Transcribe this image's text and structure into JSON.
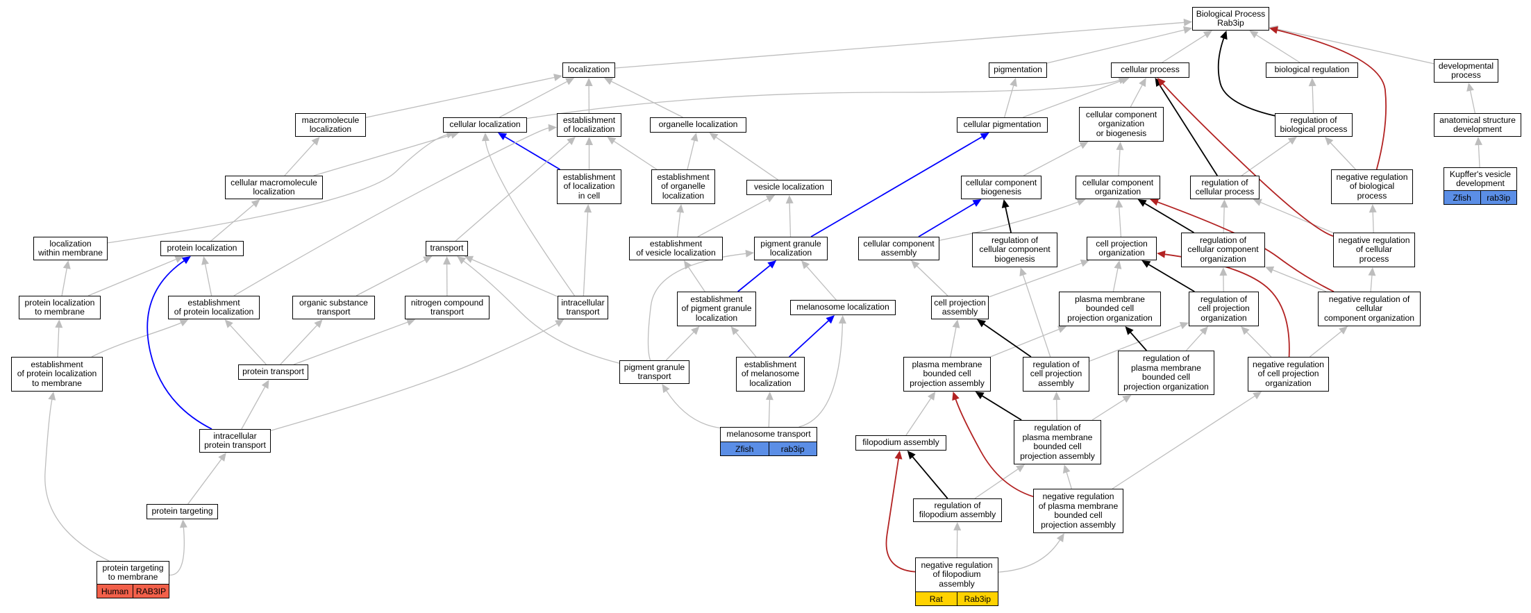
{
  "nodes": [
    {
      "id": "bp",
      "label": "Biological Process\nRab3ip"
    },
    {
      "id": "loc",
      "label": "localization"
    },
    {
      "id": "pig",
      "label": "pigmentation"
    },
    {
      "id": "cp",
      "label": "cellular process"
    },
    {
      "id": "br",
      "label": "biological regulation"
    },
    {
      "id": "dev",
      "label": "developmental\nprocess"
    },
    {
      "id": "mml",
      "label": "macromolecule\nlocalization"
    },
    {
      "id": "cl",
      "label": "cellular localization"
    },
    {
      "id": "eol",
      "label": "establishment\nof localization"
    },
    {
      "id": "ol",
      "label": "organelle localization"
    },
    {
      "id": "cpig",
      "label": "cellular pigmentation"
    },
    {
      "id": "ccob",
      "label": "cellular component\norganization\nor biogenesis"
    },
    {
      "id": "rbp",
      "label": "regulation of\nbiological process"
    },
    {
      "id": "asd",
      "label": "anatomical structure\ndevelopment"
    },
    {
      "id": "cmml",
      "label": "cellular macromolecule\nlocalization"
    },
    {
      "id": "eolc",
      "label": "establishment\nof localization\nin cell"
    },
    {
      "id": "eool",
      "label": "establishment\nof organelle\nlocalization"
    },
    {
      "id": "vl",
      "label": "vesicle localization"
    },
    {
      "id": "ccb",
      "label": "cellular component\nbiogenesis"
    },
    {
      "id": "cco",
      "label": "cellular component\norganization"
    },
    {
      "id": "rcp",
      "label": "regulation of\ncellular process"
    },
    {
      "id": "nrbp",
      "label": "negative regulation\nof biological\nprocess"
    },
    {
      "id": "kvd",
      "label": "Kupffer's vesicle\ndevelopment"
    },
    {
      "id": "lwm",
      "label": "localization\nwithin membrane"
    },
    {
      "id": "pl",
      "label": "protein localization"
    },
    {
      "id": "tr",
      "label": "transport"
    },
    {
      "id": "eovl",
      "label": "establishment\nof vesicle localization"
    },
    {
      "id": "pgl",
      "label": "pigment granule\nlocalization"
    },
    {
      "id": "cca",
      "label": "cellular component\nassembly"
    },
    {
      "id": "rccb",
      "label": "regulation of\ncellular component\nbiogenesis"
    },
    {
      "id": "cpo",
      "label": "cell projection\norganization"
    },
    {
      "id": "rcco",
      "label": "regulation of\ncellular component\norganization"
    },
    {
      "id": "nrcp",
      "label": "negative regulation\nof cellular\nprocess"
    },
    {
      "id": "pltm",
      "label": "protein localization\nto membrane"
    },
    {
      "id": "eopl",
      "label": "establishment\nof protein localization"
    },
    {
      "id": "ost",
      "label": "organic substance\ntransport"
    },
    {
      "id": "nct",
      "label": "nitrogen compound\ntransport"
    },
    {
      "id": "it",
      "label": "intracellular\ntransport"
    },
    {
      "id": "eopgl",
      "label": "establishment\nof pigment granule\nlocalization"
    },
    {
      "id": "ml",
      "label": "melanosome localization"
    },
    {
      "id": "cpa",
      "label": "cell projection\nassembly"
    },
    {
      "id": "pmbcpo",
      "label": "plasma membrane\nbounded cell\nprojection organization"
    },
    {
      "id": "rcpo",
      "label": "regulation of\ncell projection\norganization"
    },
    {
      "id": "nrcco",
      "label": "negative regulation of\ncellular\ncomponent organization"
    },
    {
      "id": "eoplm",
      "label": "establishment\nof protein localization\nto membrane"
    },
    {
      "id": "pt",
      "label": "protein transport"
    },
    {
      "id": "pgt",
      "label": "pigment granule\ntransport"
    },
    {
      "id": "eoml",
      "label": "establishment\nof melanosome\nlocalization"
    },
    {
      "id": "pmbcpa",
      "label": "plasma membrane\nbounded cell\nprojection assembly"
    },
    {
      "id": "rcpa",
      "label": "regulation of\ncell projection\nassembly"
    },
    {
      "id": "rpmbcpo",
      "label": "regulation of\nplasma membrane\nbounded cell\nprojection organization"
    },
    {
      "id": "nrcpo",
      "label": "negative regulation\nof cell projection\norganization"
    },
    {
      "id": "ipt",
      "label": "intracellular\nprotein transport"
    },
    {
      "id": "mt",
      "label": "melanosome transport"
    },
    {
      "id": "fa",
      "label": "filopodium assembly"
    },
    {
      "id": "rpmbcpa",
      "label": "regulation of\nplasma membrane\nbounded cell\nprojection assembly"
    },
    {
      "id": "rfa",
      "label": "regulation of\nfilopodium assembly"
    },
    {
      "id": "nrpmbcpa",
      "label": "negative regulation\nof plasma membrane\nbounded cell\nprojection assembly"
    },
    {
      "id": "ptg",
      "label": "protein targeting"
    },
    {
      "id": "nrfa",
      "label": "negative regulation\nof filopodium\nassembly"
    },
    {
      "id": "ptm",
      "label": "protein targeting\nto membrane"
    }
  ],
  "annotations": [
    {
      "node": "kvd",
      "species": "Zfish",
      "gene": "rab3ip",
      "color": "#5b8ee6"
    },
    {
      "node": "mt",
      "species": "Zfish",
      "gene": "rab3ip",
      "color": "#5b8ee6"
    },
    {
      "node": "nrfa",
      "species": "Rat",
      "gene": "Rab3ip",
      "color": "#ffd200"
    },
    {
      "node": "ptm",
      "species": "Human",
      "gene": "RAB3IP",
      "color": "#f2604a"
    }
  ],
  "edge_colors": {
    "gray": "#bdbdbd",
    "black": "#000000",
    "blue": "#0000ff",
    "red": "#b22222"
  }
}
